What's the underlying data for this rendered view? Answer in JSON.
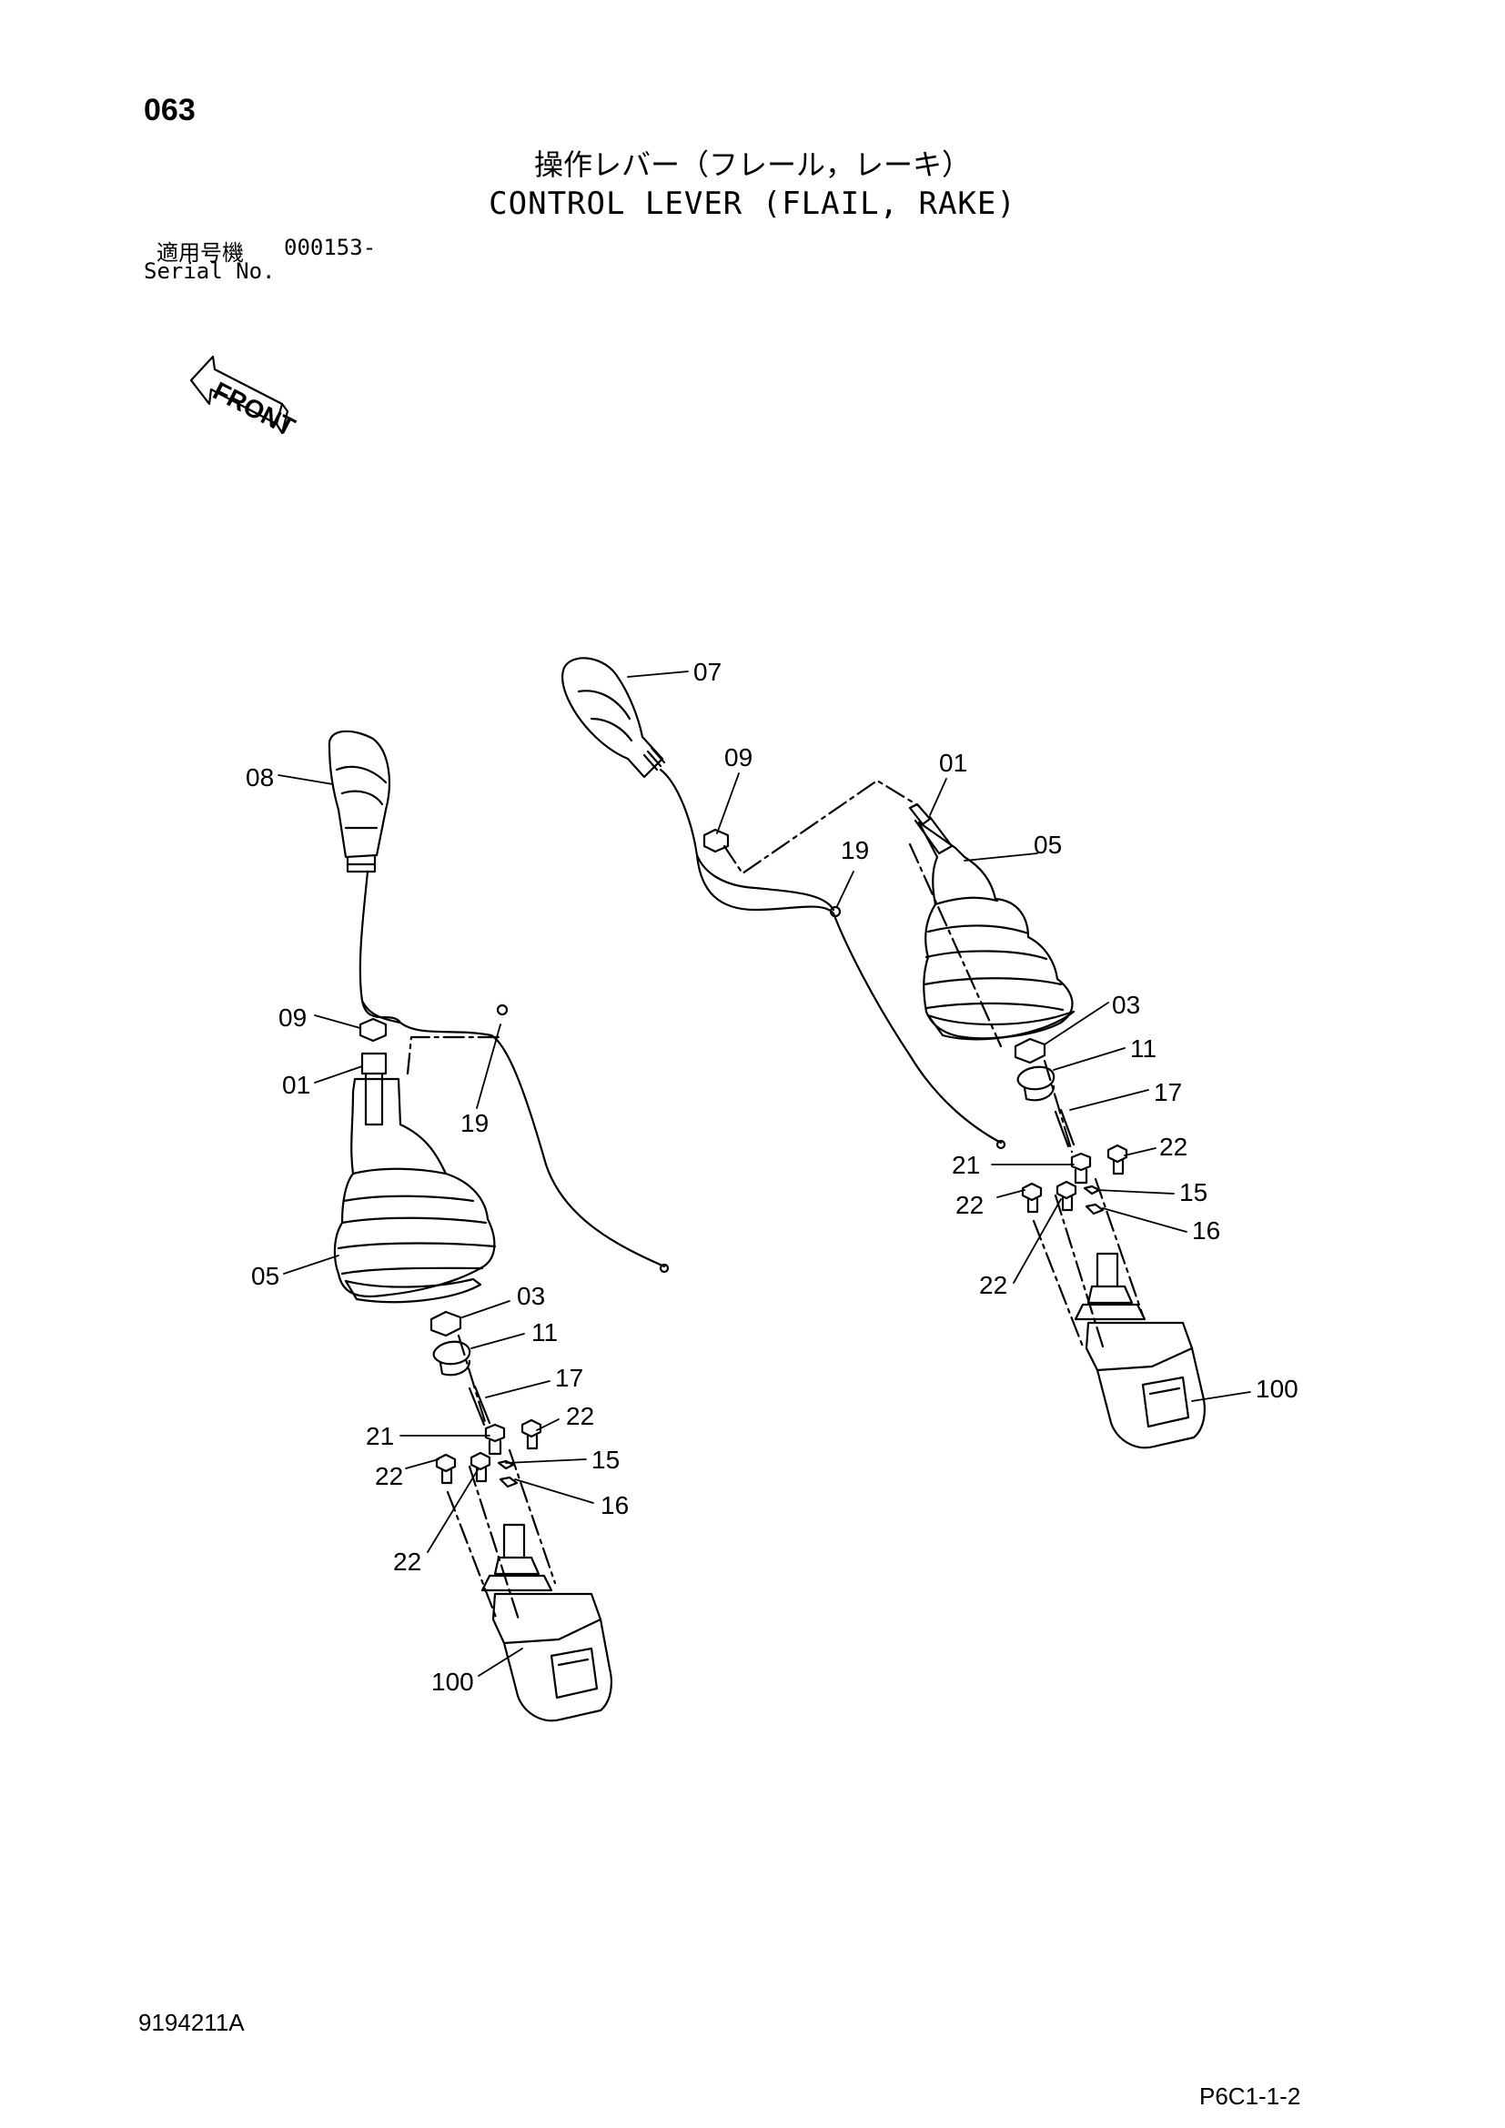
{
  "header": {
    "page_number": "063",
    "title_jp": "操作レバー（フレール，レーキ）",
    "title_en": "CONTROL LEVER (FLAIL, RAKE)",
    "serial_label_jp": "適用号機",
    "serial_value": "000153-",
    "serial_label_en": "Serial No."
  },
  "direction_label": "FRONT",
  "callouts": {
    "left": [
      "08",
      "09",
      "01",
      "19",
      "05",
      "03",
      "11",
      "17",
      "21",
      "22",
      "22",
      "15",
      "16",
      "22",
      "100"
    ],
    "right": [
      "07",
      "09",
      "01",
      "05",
      "19",
      "03",
      "11",
      "17",
      "22",
      "21",
      "15",
      "22",
      "16",
      "22",
      "100"
    ]
  },
  "footer": {
    "drawing_number": "9194211A",
    "page_ref": "P6C1-1-2"
  },
  "colors": {
    "ink": "#000000",
    "background": "#ffffff"
  }
}
